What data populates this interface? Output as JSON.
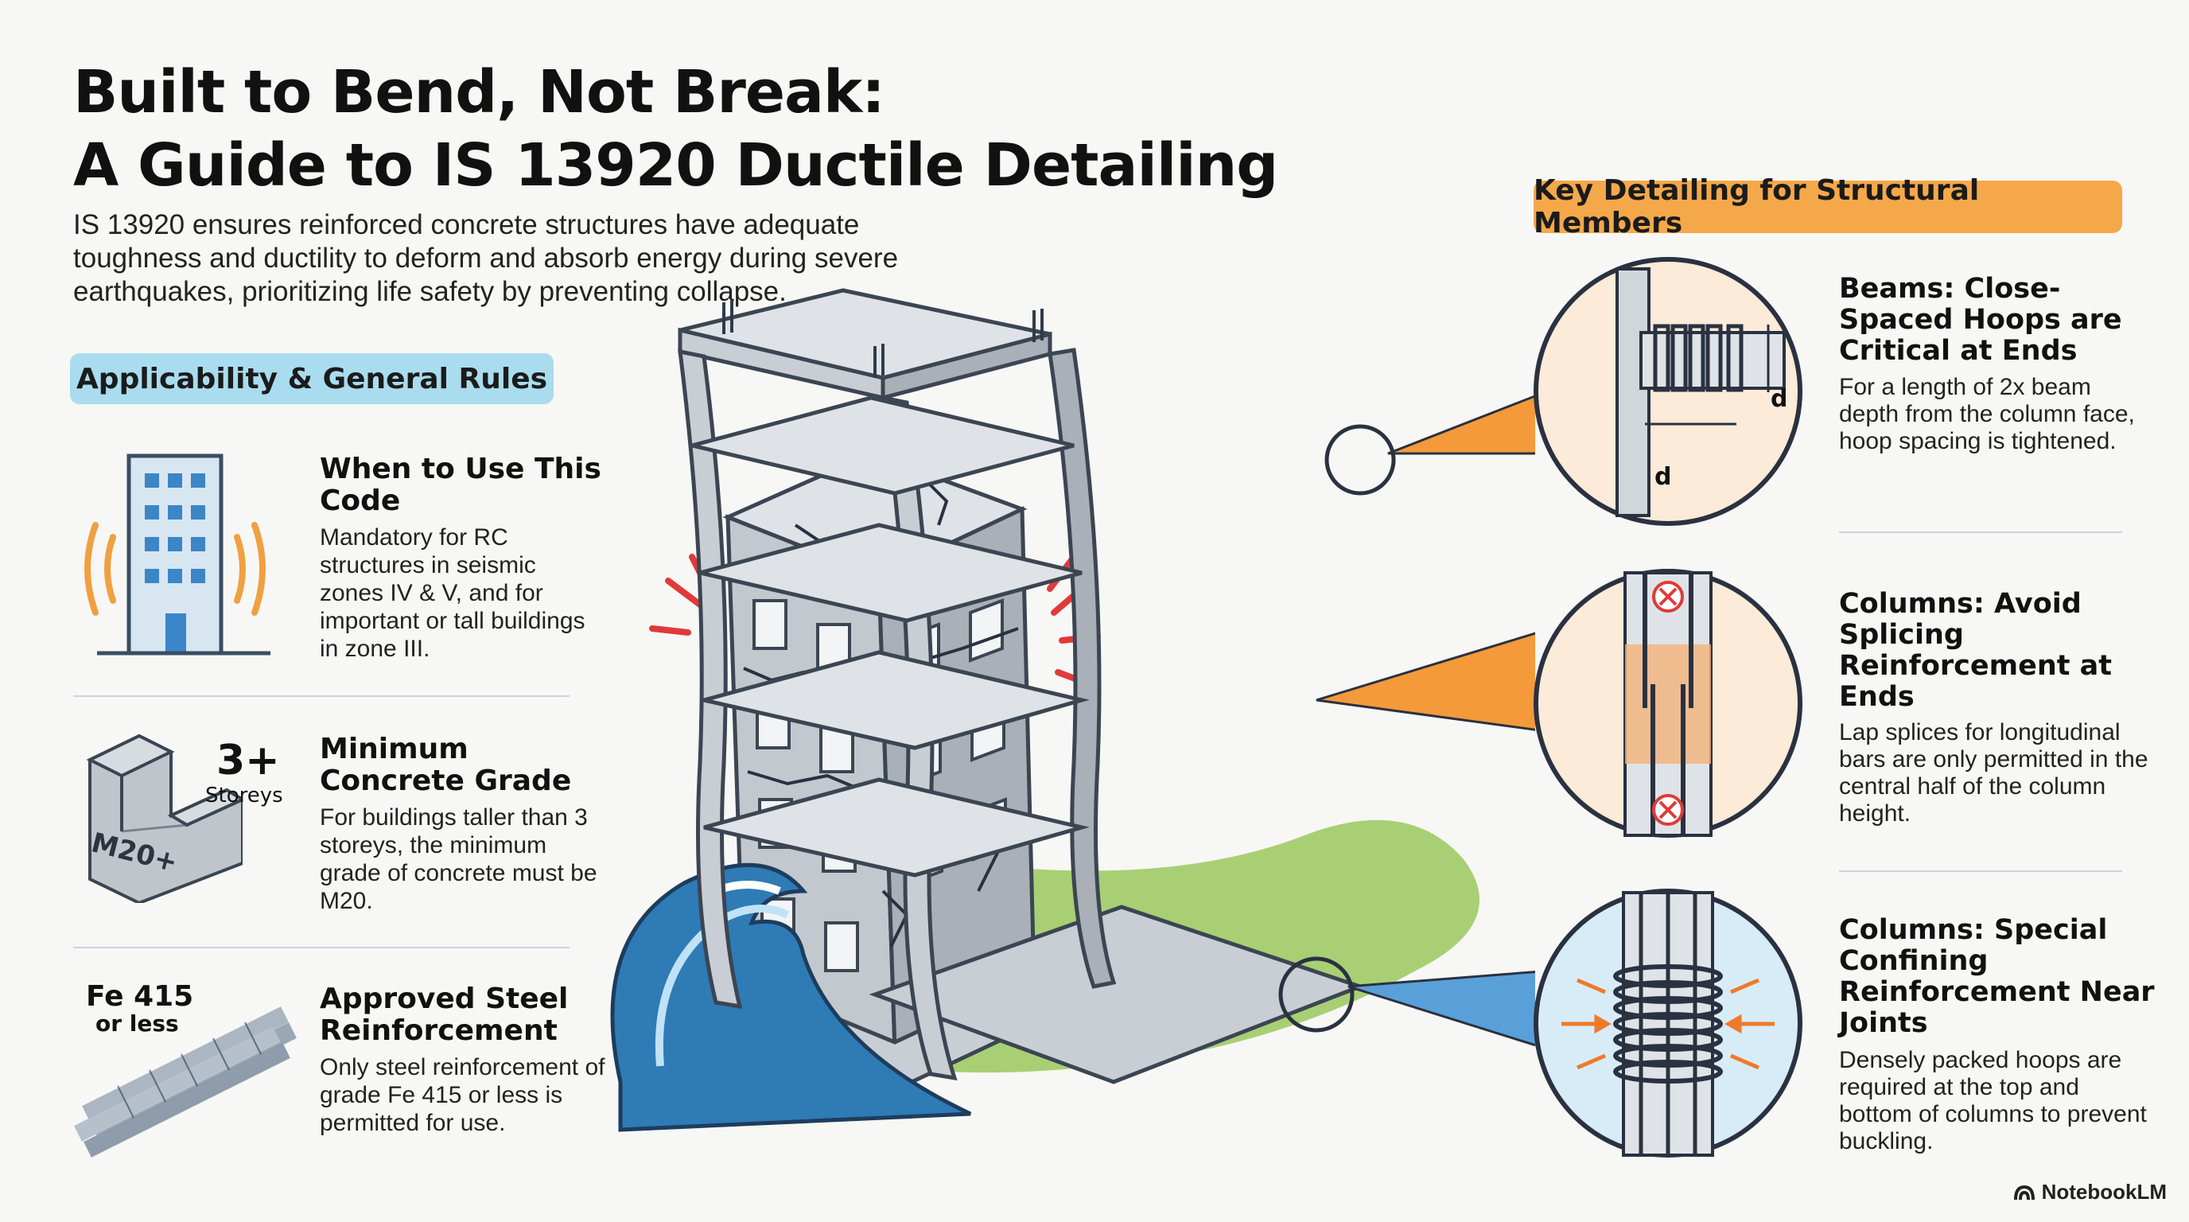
{
  "header": {
    "title_line1": "Built to Bend, Not Break:",
    "title_line2": "A Guide to IS 13920 Ductile Detailing",
    "intro": "IS 13920 ensures reinforced concrete structures have adequate toughness and ductility to deform and absorb energy during severe earthquakes, prioritizing life safety by preventing collapse."
  },
  "left_section": {
    "heading": "Applicability & General Rules",
    "rules": [
      {
        "title": "When to Use This Code",
        "text": "Mandatory for RC structures in seismic zones IV & V, and for important or tall buildings in zone III."
      },
      {
        "title": "Minimum Concrete Grade",
        "text": "For buildings taller than 3 storeys, the minimum grade of concrete must be M20.",
        "icon_big": "3+",
        "icon_small": "Storeys",
        "icon_block_text": "M20+"
      },
      {
        "title": "Approved Steel Reinforcement",
        "text": "Only steel reinforcement of grade Fe 415 or less is permitted for use.",
        "icon_big": "Fe 415",
        "icon_small": "or less"
      }
    ]
  },
  "right_section": {
    "heading": "Key Detailing for Structural Members",
    "members": [
      {
        "title": "Beams: Close-Spaced Hoops are Critical at Ends",
        "text": "For a length of 2x beam depth from the column face, hoop spacing is tightened.",
        "dim_label_1": "d",
        "dim_label_2": "d"
      },
      {
        "title": "Columns: Avoid Splicing Reinforcement at Ends",
        "text": "Lap splices for longitudinal bars are only permitted in the central half of the column height."
      },
      {
        "title": "Columns: Special Confining Reinforcement Near Joints",
        "text": "Densely packed hoops are required at the top and bottom of columns to prevent buckling."
      }
    ]
  },
  "brand": {
    "name": "NotebookLM"
  },
  "colors": {
    "background": "#f7f7f5",
    "blue_pill": "#a9dcef",
    "orange_pill": "#f5a84a",
    "concrete": "#c9ced4",
    "ground": "#a9cf74",
    "wave": "#2f7bb6"
  },
  "icons": [
    "building-shaking-icon",
    "concrete-block-icon",
    "rebar-bundle-icon",
    "cracked-building-illustration",
    "flexible-frame-illustration",
    "beam-hoops-detail",
    "column-splice-detail",
    "column-confinement-detail",
    "notebooklm-logo-icon"
  ]
}
